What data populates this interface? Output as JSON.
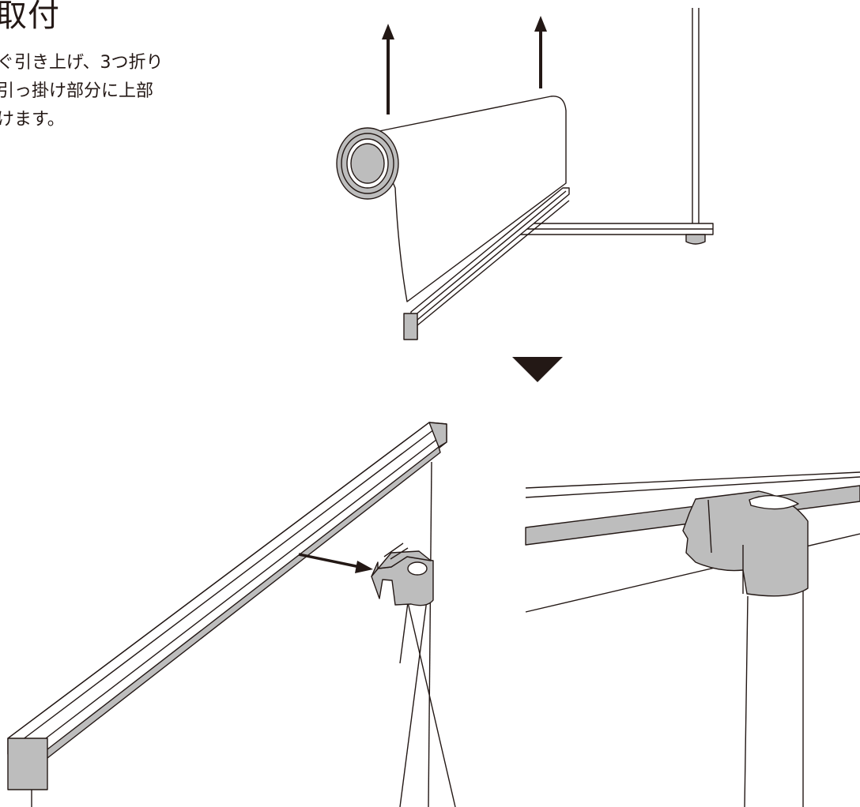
{
  "heading": "取付",
  "instructions": [
    "ぐ引き上げ、3つ折り",
    "引っ掛け部分に上部",
    "けます。"
  ],
  "colors": {
    "ink": "#231815",
    "fill_gray": "#bdbdbd",
    "background": "#ffffff"
  }
}
